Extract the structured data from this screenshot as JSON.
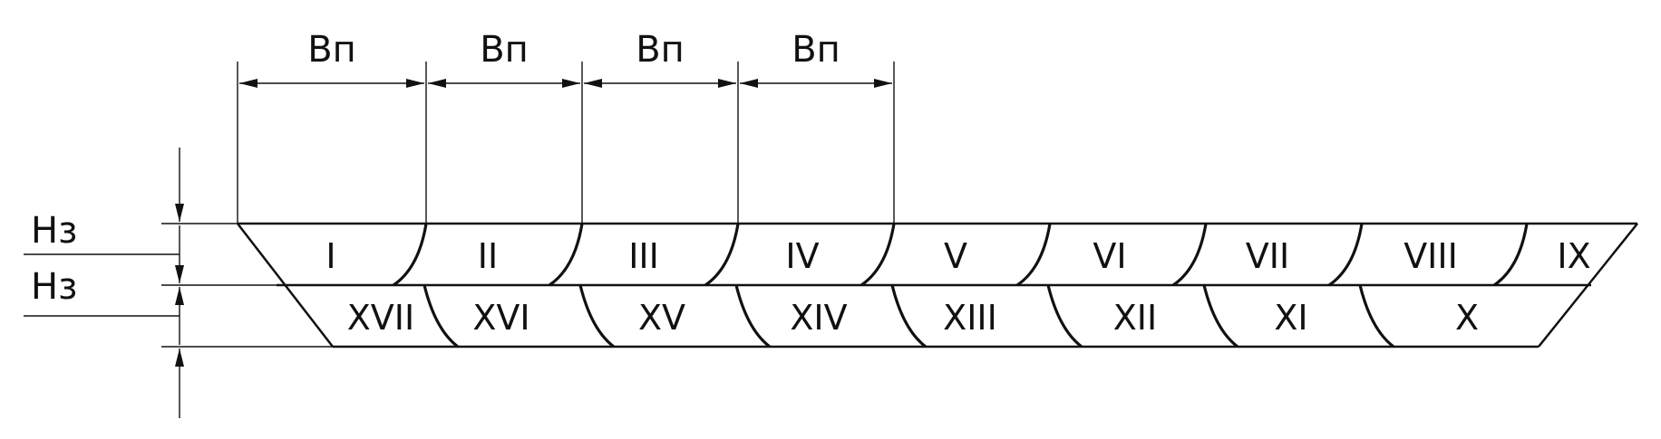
{
  "dimensions": {
    "width_label": "Bп",
    "height_label": "Нз"
  },
  "width_dimensions": [
    "Bп",
    "Bп",
    "Bп",
    "Bп"
  ],
  "height_dimensions": [
    "Нз",
    "Нз"
  ],
  "upper_row": [
    "I",
    "II",
    "III",
    "IV",
    "V",
    "VI",
    "VII",
    "VIII",
    "IX"
  ],
  "lower_row": [
    "XVII",
    "XVI",
    "XV",
    "XIV",
    "XIII",
    "XII",
    "XI",
    "X"
  ]
}
